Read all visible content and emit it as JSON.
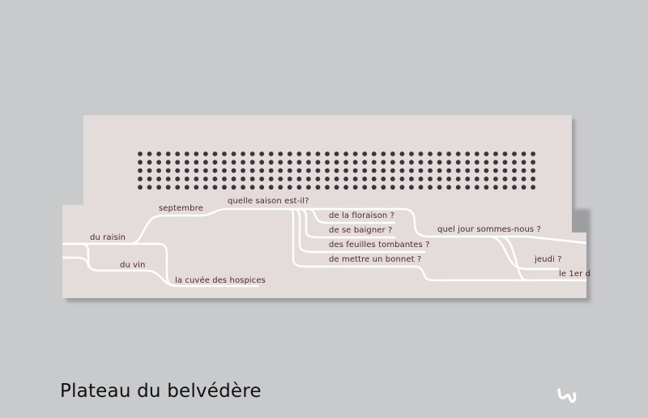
{
  "colors": {
    "background": "#c8cacc",
    "panel": "#e4dcda",
    "dot": "#38363b",
    "line": "#ffffff",
    "label_text": "#4a2a2c",
    "title_text": "#111111"
  },
  "dot_grid": {
    "rows": 5,
    "columns": 43,
    "icon": "dot-matrix-display"
  },
  "labels": {
    "du_raisin": "du raisin",
    "septembre": "septembre",
    "quelle_saison": "quelle saison est-il?",
    "de_la_floraison": "de la floraison ?",
    "de_se_baigner": "de se baigner ?",
    "des_feuilles": "des feuilles tombantes ?",
    "de_mettre": "de mettre un bonnet ?",
    "quel_jour": "quel jour sommes-nous ?",
    "du_vin": "du vin",
    "la_cuvee": "la cuvée des hospices",
    "jeudi": "jeudi ?",
    "le_1er": "le 1er d"
  },
  "footer": {
    "title": "Plateau du belvédère",
    "logo_icon": "squiggle-logo-icon"
  }
}
